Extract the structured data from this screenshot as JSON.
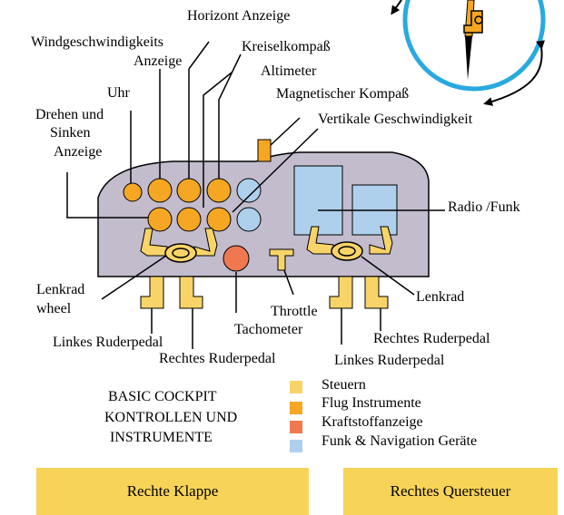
{
  "labels": {
    "horizont": "Horizont Anzeige",
    "wind1": "Windgeschwindigkeits",
    "wind2": "Anzeige",
    "kreisel": "Kreiselkompaß",
    "altimeter": "Altimeter",
    "uhr": "Uhr",
    "magnet": "Magnetischer Kompaß",
    "drehen1": "Drehen und",
    "drehen2": "Sinken",
    "drehen3": "Anzeige",
    "vertikal": "Vertikale Geschwindigkeit",
    "radio": "Radio /Funk",
    "lenkrad_left1": "Lenkrad",
    "lenkrad_left2": "wheel",
    "lenkrad_right": "Lenkrad",
    "throttle": "Throttle",
    "tachometer": "Tachometer",
    "linkes_ruder_1": "Linkes Ruderpedal",
    "rechtes_ruder_1": "Rechtes Ruderpedal",
    "linkes_ruder_2": "Linkes Ruderpedal",
    "rechtes_ruder_2": "Rechtes Ruderpedal"
  },
  "title": [
    "BASIC COCKPIT",
    "KONTROLLEN UND",
    "INSTRUMENTE"
  ],
  "legend": [
    {
      "label": "Steuern",
      "color": "#f8d468"
    },
    {
      "label": "Flug Instrumente",
      "color": "#f5a623"
    },
    {
      "label": "Kraftstoffanzeige",
      "color": "#f07850"
    },
    {
      "label": "Funk & Navigation Geräte",
      "color": "#aed0ec"
    }
  ],
  "buttons": {
    "left": "Rechte Klappe",
    "right": "Rechtes Quersteuer"
  },
  "colors": {
    "panel": "#c2bccd",
    "gauge_ring": "#29a9e0",
    "instrument": "#f5a623",
    "radio": "#aed0ec",
    "fuel": "#f07850",
    "control": "#f8d468"
  }
}
